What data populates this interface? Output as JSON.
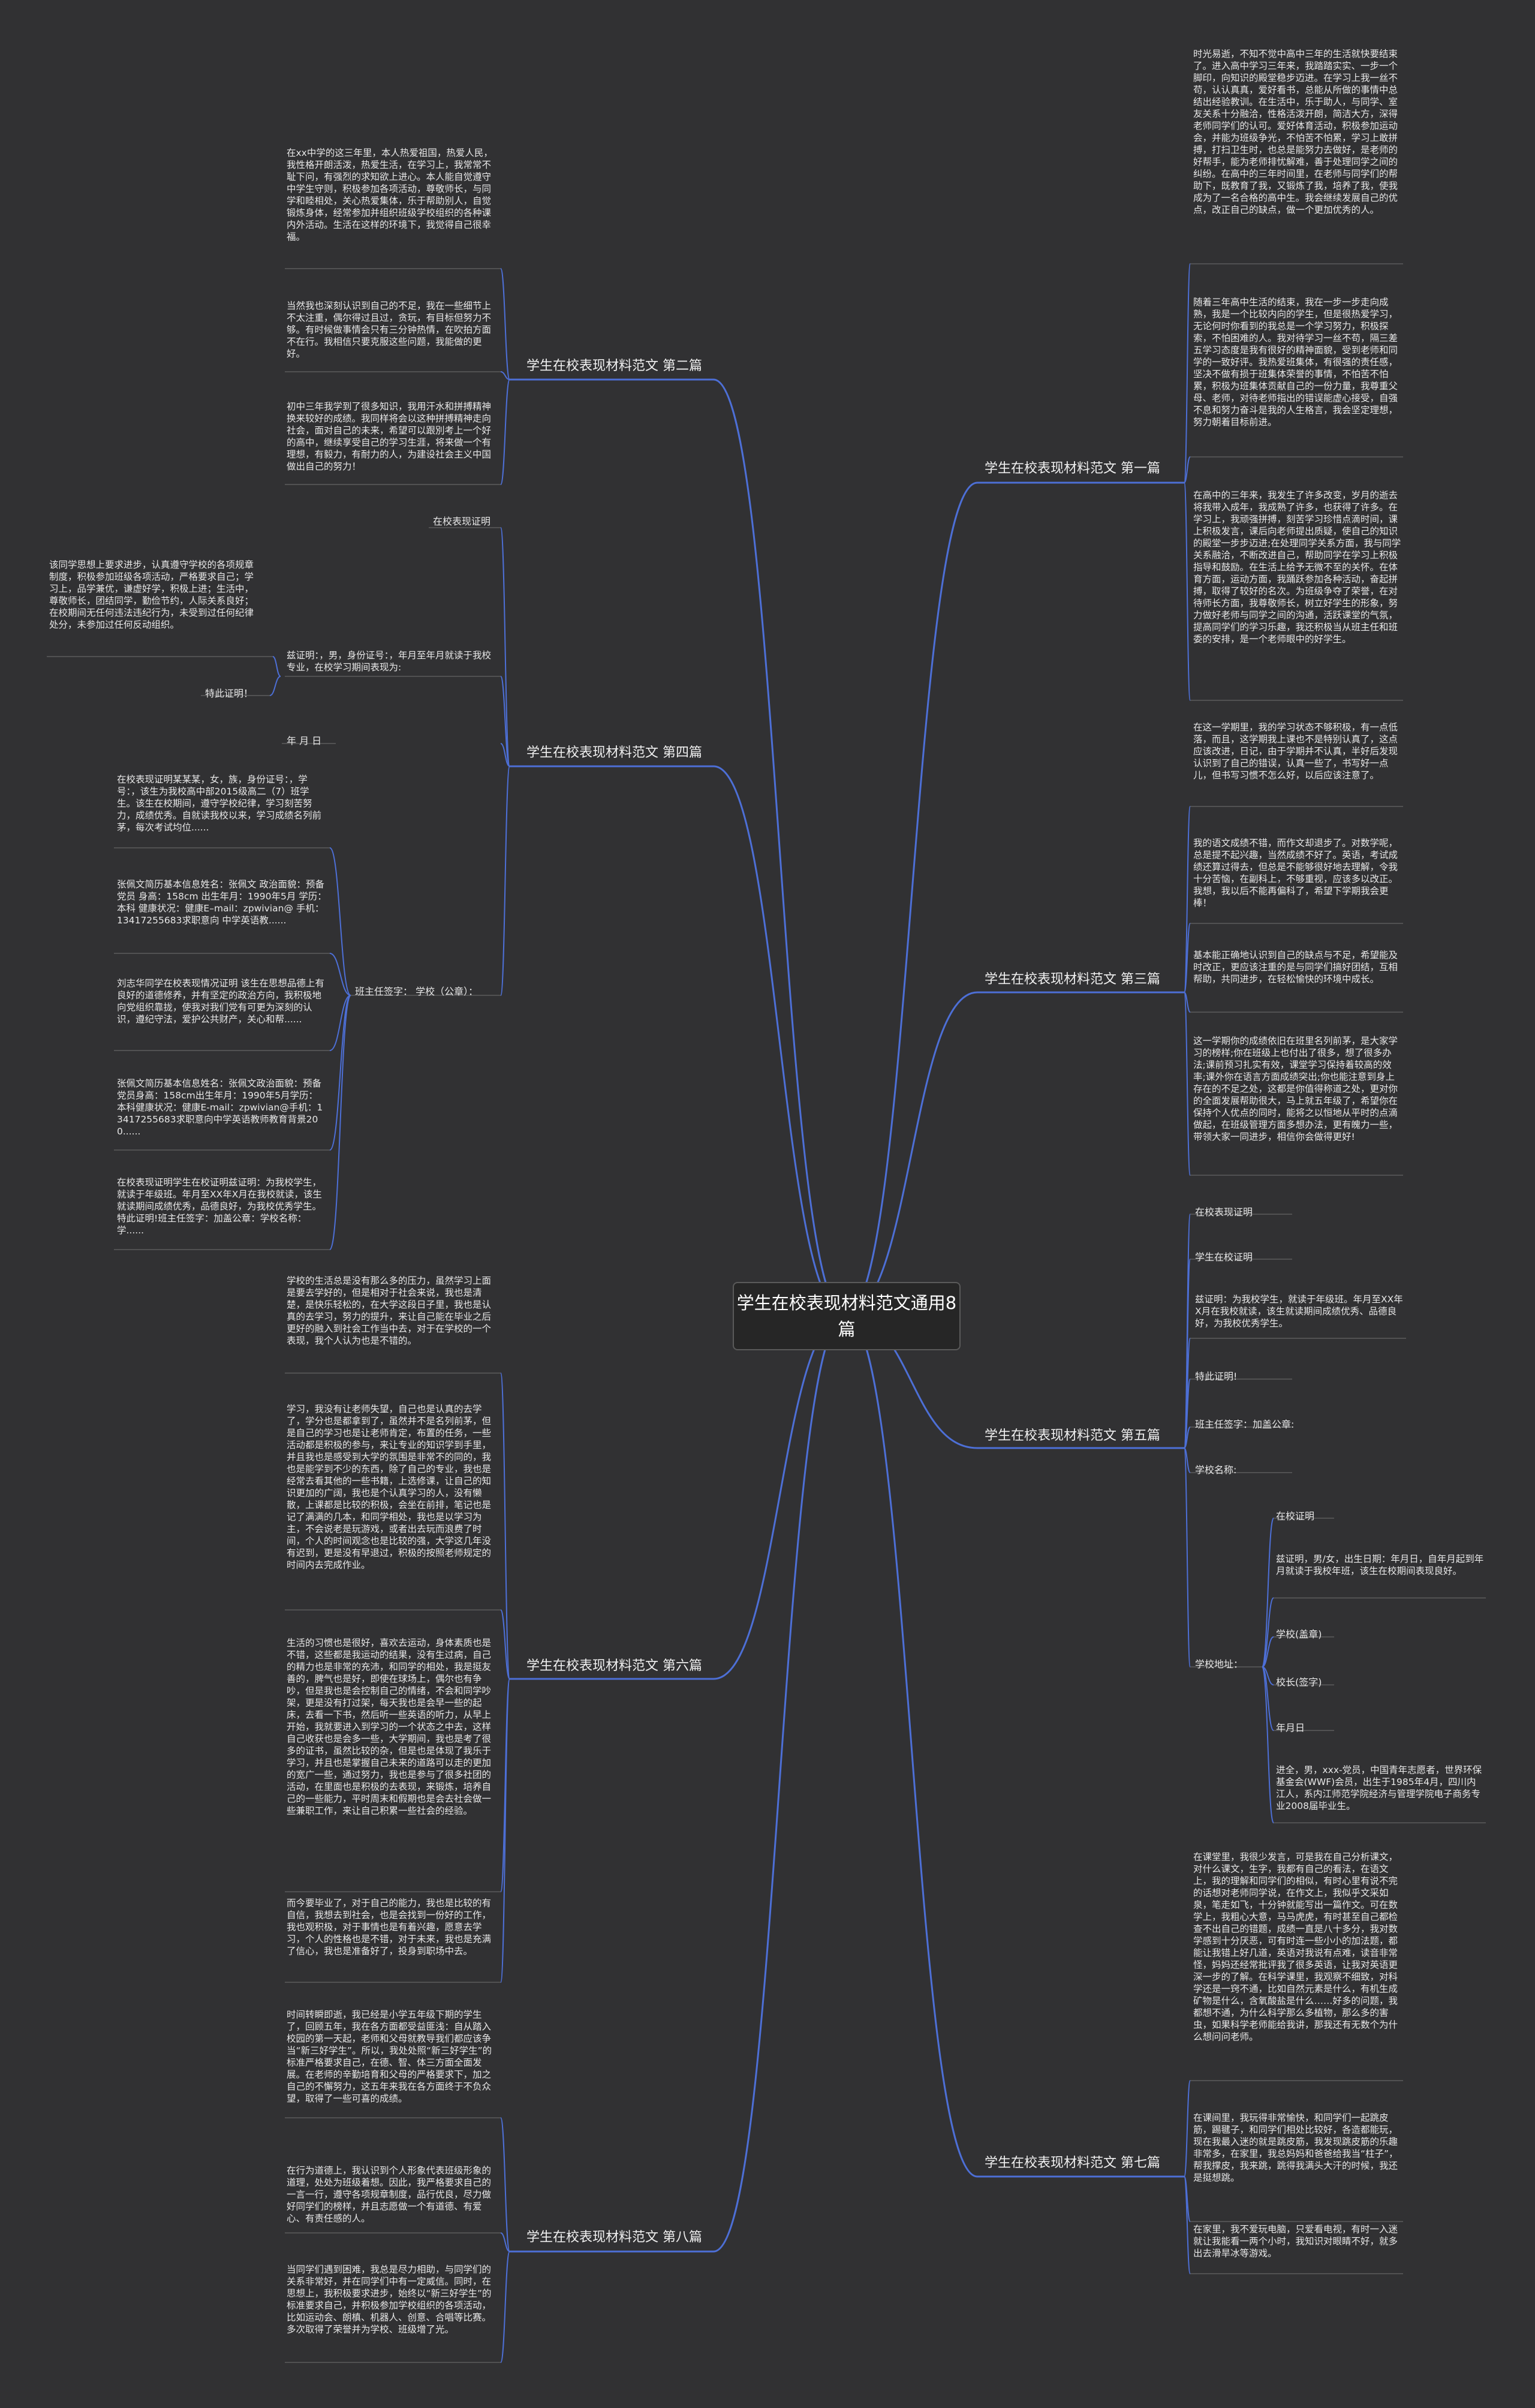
{
  "colors": {
    "background": "#313133",
    "line": "#4d6fd6",
    "underline": "#5c5c5c",
    "text": "#f0f0f0"
  },
  "center": "学生在校表现材料范文通用8篇",
  "branches": {
    "p1": "学生在校表现材料范文 第一篇",
    "p2": "学生在校表现材料范文 第二篇",
    "p3": "学生在校表现材料范文 第三篇",
    "p4": "学生在校表现材料范文 第四篇",
    "p5": "学生在校表现材料范文 第五篇",
    "p6": "学生在校表现材料范文 第六篇",
    "p7": "学生在校表现材料范文 第七篇",
    "p8": "学生在校表现材料范文 第八篇"
  },
  "p1": {
    "a": "时光易逝，不知不觉中高中三年的生活就快要结束了。进入高中学习三年来，我踏踏实实、一步一个脚印，向知识的殿堂稳步迈进。在学习上我一丝不苟，认认真真，爱好看书，总能从所做的事情中总结出经验教训。在生活中，乐于助人，与同学、室友关系十分融洽，性格活泼开朗，简洁大方，深得老师同学们的认可。爱好体育活动，积极参加运动会，并能为班级争光，不怕苦不怕累，学习上敢拼搏，打扫卫生时，也总是能努力去做好，是老师的好帮手，能为老师排忧解难，善于处理同学之间的纠纷。在高中的三年时间里，在老师与同学们的帮助下，既教育了我，又锻炼了我，培养了我，使我成为了一名合格的高中生。我会继续发展自己的优点，改正自己的缺点，做一个更加优秀的人。",
    "b": "随着三年高中生活的结束，我在一步一步走向成熟，我是一个比较内向的学生，但是很热爱学习，无论何时你看到的我总是一个学习努力，积极探索，不怕困难的人。我对待学习一丝不苟，隔三差五学习态度是我有很好的精神面貌，受到老师和同学的一致好评。我热爱班集体，有很强的责任感，坚决不做有损于班集体荣誉的事情，不怕苦不怕累，积极为班集体贡献自己的一份力量，我尊重父母、老师，对待老师指出的错误能虚心接受，自强不息和努力奋斗是我的人生格言，我会坚定理想，努力朝着目标前进。",
    "c": "在高中的三年来，我发生了许多改变，岁月的逝去将我带入成年，我成熟了许多，也获得了许多。在学习上，我顽强拼搏，刻苦学习珍惜点滴时间，课上积极发言，课后向老师提出质疑，使自己的知识的殿堂一步步迈进;在处理同学关系方面，我与同学关系融洽，不断改进自己，帮助同学在学习上积极指导和鼓励。在生活上给予无微不至的关怀。在体育方面，运动方面，我踊跃参加各种活动，奋起拼搏，取得了较好的名次。为班级争夺了荣誉，在对待师长方面，我尊敬师长，树立好学生的形象，努力做好老师与同学之间的沟通，活跃课堂的气氛，提高同学们的学习乐趣，我还积极当从班主任和班委的安排，是一个老师眼中的好学生。"
  },
  "p2": {
    "a": "在xx中学的这三年里，本人热爱祖国，热爱人民，我性格开朗活泼，热爱生活，在学习上，我常常不耻下问，有强烈的求知欲上进心。本人能自觉遵守中学生守则，积极参加各项活动，尊敬师长，与同学和睦相处，关心热爱集体，乐于帮助别人，自觉锻炼身体，经常参加并组织班级学校组织的各种课内外活动。生活在这样的环境下，我觉得自己很幸福。",
    "b": "当然我也深刻认识到自己的不足，我在一些细节上不太注重，偶尔得过且过，贪玩，有目标但努力不够。有时候做事情会只有三分钟热情，在吹拍方面不在行。我相信只要克服这些问题，我能做的更好。",
    "c": "初中三年我学到了很多知识，我用汗水和拼搏精神换来较好的成绩。我同样将会以这种拼搏精神走向社会，面对自己的未来，希望可以跟別考上一个好的高中，继续享受自己的学习生涯，将来做一个有理想，有毅力，有耐力的人，为建设社会主义中国做出自己的努力！"
  },
  "p3": {
    "a": "在这一学期里，我的学习状态不够积极，有一点低落，而且，这学期我上课也不是特别认真了，这点应该改进，日记，由于学期并不认真，半好后发现认识到了自己的错误，认真一些了，书写好一点儿，但书写习惯不怎么好，以后应该注意了。",
    "b": "我的语文成绩不错，而作文却退步了。对数学呢，总是提不起兴趣，当然成绩不好了。英语，考试成绩还算过得去，但总是不能够很好地去理解，令我十分苦恼，在副科上，不够重视，应该多以改正。我想，我以后不能再偏科了，希望下学期我会更棒！",
    "c": "基本能正确地认识到自己的缺点与不足，希望能及时改正，更应该注重的是与同学们搞好团结，互相帮助，共同进步，在轻松愉快的环境中成长。",
    "d": "这一学期你的成绩依旧在班里名列前茅，是大家学习的榜样;你在班级上也付出了很多，想了很多办法;课前预习扎实有效，课堂学习保持着较高的效率;课外你在语言方面成绩突出;你也能注意到身上存在的不足之处，这都是你值得称道之处，更对你的全面发展帮助很大，马上就五年级了，希望你在保持个人优点的同时，能将之以恒地从平时的点滴做起，在班级管理方面多想办法，更有魄力一些，带领大家一同进步，相信你会做得更好!"
  },
  "p4": {
    "a": "在校表现证明",
    "b": "该同学思想上要求进步，认真遵守学校的各项规章制度，积极参加班级各项活动，严格要求自己；学习上，品学兼优，谦虚好学，积极上进；生活中，尊敬师长，团结同学，勤俭节约，人际关系良好；在校期间无任何违法违纪行为，未受到过任何纪律处分，未参加过任何反动组织。",
    "c": "兹证明：，男，身份证号：，年月至年月就读于我校专业，在校学习期间表现为:",
    "d": "特此证明！",
    "e": "年 月 日",
    "f": "班主任签字： 学校（公章）：",
    "g": "在校表现证明某某某，女，族，身份证号：，学号：，该生为我校高中部2015级高二（7）班学生。该生在校期间，遵守学校纪律，学习刻苦努力，成绩优秀。自就读我校以来，学习成绩名列前茅，每次考试均位......",
    "h": "张佩文简历基本信息姓名：张佩文 政治面貌：预备党员 身高：158cm 出生年月：1990年5月 学历：本科 健康状况：健康E–mail：zpwivian@ 手机：13417255683求职意向 中学英语教......",
    "i": "刘志华同学在校表现情况证明 该生在思想品德上有良好的道德修养，并有坚定的政治方向，我积极地向党组织靠拢，使我对我们党有可更为深刻的认识，遵纪守法，爱护公共财产，关心和帮......",
    "j": "张佩文简历基本信息姓名：张佩文政治面貌：预备党员身高：158cm出生年月：1990年5月学历：本科健康状况：健康E-mail：zpwivian@手机：13417255683求职意向中学英语教师教育背景200......",
    "k": "在校表现证明学生在校证明兹证明：为我校学生，就读于年级班。年月至XX年X月在我校就读，该生就读期间成绩优秀，品德良好，为我校优秀学生。特此证明!班主任签字：加盖公章：学校名称：学......"
  },
  "p5": {
    "a": "在校表现证明",
    "b": "学生在校证明",
    "c": "兹证明：为我校学生，就读于年级班。年月至XX年X月在我校就读，该生就读期间成绩优秀、品德良好，为我校优秀学生。",
    "d": "特此证明!",
    "e": "班主任签字：加盖公章:",
    "f": "学校名称:",
    "g": "学校地址：",
    "g1": "在校证明",
    "g2": "兹证明，男/女，出生日期：年月日，自年月起到年月就读于我校年班，该生在校期间表现良好。",
    "g3": "学校(盖章)",
    "g4": "校长(签字)",
    "g5": "年月日",
    "g6": "进全，男，xxx-党员，中国青年志愿者，世界环保基金会(WWF)会员，出生于1985年4月，四川内江人，系内江师范学院经济与管理学院电子商务专业2008届毕业生。"
  },
  "p6": {
    "a": "学校的生活总是没有那么多的压力，虽然学习上面是要去学好的，但是相对于社会来说，我也是清楚，是快乐轻松的，在大学这段日子里，我也是认真的去学习，努力的提升，来让自己能在毕业之后更好的融入到社会工作当中去，对于在学校的一个表现，我个人认为也是不错的。",
    "b": "学习，我没有让老师失望，自己也是认真的去学了，学分也是都拿到了，虽然并不是名列前茅，但是自己的学习也是让老师肯定，布置的任务，一些活动都是积极的参与，来让专业的知识学到手里，并且我也是感受到大学的氛围是非常不的同的，我也是能学到不少的东西，除了自己的专业，我也是经常去看其他的一些书籍，上选修课，让自己的知识更加的广阔，我也是个认真学习的人，没有懒散，上课都是比较的积极，会坐在前排，笔记也是记了满满的几本，和同学相处，我也是以学习为主，不会说老是玩游戏，或者出去玩而浪费了时间，个人的时间观念也是比较的强，大学这几年没有迟到，更是没有早退过，积极的按照老师规定的时间内去完成作业。",
    "c": "生活的习惯也是很好，喜欢去运动，身体素质也是不错，这些都是我运动的结果，没有生过病，自己的精力也是非常的充沛，和同学的相处，我是挺友善的，脾气也是好，即使在球场上，偶尔也有争吵，但是我也是会控制自己的情绪，不会和同学吵架，更是没有打过架，每天我也是会早一些的起床，去看一下书，然后听一些英语的听力，从早上开始，我就要进入到学习的一个状态之中去，这样自己收获也是会多一些，大学期间，我也是考了很多的证书，虽然比较的杂，但是也是体现了我乐于学习，并且也是掌握自己未来的道路可以走的更加的宽广一些，通过努力，我也是参与了很多社团的活动，在里面也是积极的去表现，来锻炼，培养自己的一些能力，平时周末和假期也是会去社会做一些兼职工作，来让自己积累一些社会的经验。",
    "d": "而今要毕业了，对于自己的能力，我也是比较的有自信，我想去到社会，也是会找到一份好的工作，我也观积极，对于事情也是有着兴趣，愿意去学习，个人的性格也是不错，对于未来，我也是充满了信心，我也是准备好了，投身到职场中去。"
  },
  "p7": {
    "a": "在课堂里，我很少发言，可是我在自己分析课文，对什么课文，生字，我都有自己的看法，在语文上，我的理解和同学们的相似，有时心里有说不完的话想对老师同学说，在作文上，我似乎文采如泉，笔走如飞，十分钟就能写出一篇作文。可在数学上，我粗心大意，马马虎虎，有时甚至自己都检查不出自己的错题，成绩一直是八十多分，我对数学感到十分厌恶，可有时连一些小小的加法题，都能让我错上好几道，英语对我说有点难，读音非常怪，妈妈还经常批评我了很多英语，让我对英语更深一步的了解。在科学课里，我观察不细致，对科学还是一窍不通，比如自然元素是什么，有机生成矿物是什么，含氧酸盐是什么……好多的问题，我都想不通，为什么科学那么多植物，那么多的害虫，如果科学老师能给我讲，那我还有无数个为什么想问问老师。",
    "b": "在课间里，我玩得非常愉快，和同学们一起跳皮筋，踢毽子，和同学们相处比较好，各造都能玩，现在我最入迷的就是跳皮筋，我发现跳皮筋的乐趣非常多，在家里，我总妈妈和爸爸给我当“柱子”，帮我撑皮，我来跳，跳得我满头大汗的时候，我还是挺想跳。",
    "c": "在家里，我不爱玩电脑，只爱看电视，有时一入迷就让我能看一两个小时，我知识对眼睛不好，就多出去滑旱冰等游戏。"
  },
  "p8": {
    "a": "时间转瞬即逝，我已经是小学五年级下期的学生了，回顾五年，我在各方面都受益匪浅：自从踏入校园的第一天起，老师和父母就教导我们都应该争当“新三好学生”。所以，我处处照“新三好学生”的标准严格要求自己，在德、智、体三方面全面发展。在老师的辛勤培育和父母的严格要求下，加之自己的不懈努力，这五年来我在各方面终于不负众望，取得了一些可喜的成绩。",
    "b": "在行为道德上，我认识到个人形象代表班级形象的道理，处处为班级着想。因此，我严格要求自己的一言一行，遵守各项规章制度，品行优良，尽力做好同学们的榜样，并且志愿做一个有道德、有爱心、有责任感的人。",
    "c": "当同学们遇到困难，我总是尽力相助，与同学们的关系非常好，并在同学们中有一定威信。同时，在思想上，我积极要求进步，始终以“新三好学生”的标准要求自己，并积极参加学校组织的各项活动，比如运动会、朗槙、机器人、创意、合唱等比赛。多次取得了荣誉并为学校、班级增了光。"
  }
}
